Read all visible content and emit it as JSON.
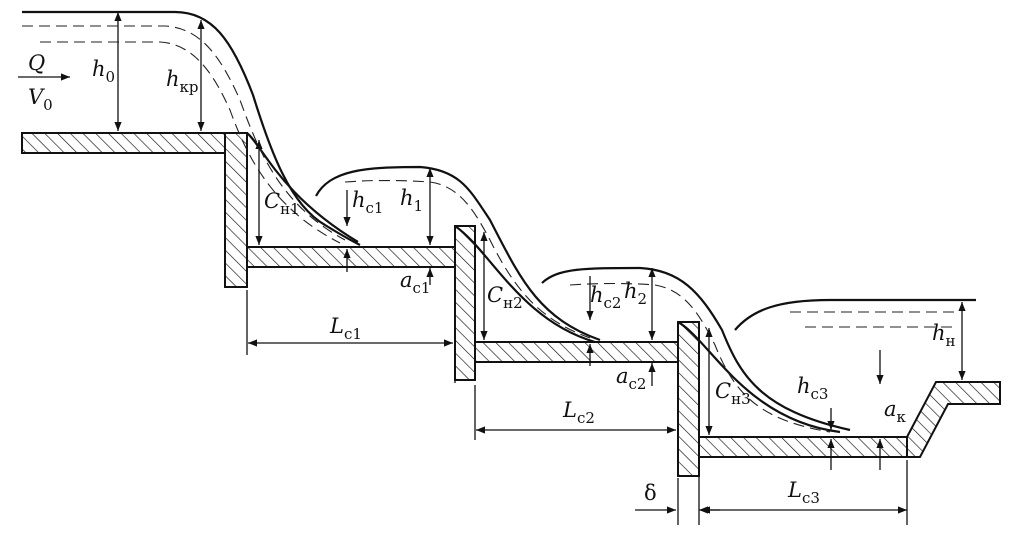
{
  "labels": {
    "Q": {
      "main": "Q",
      "sub": ""
    },
    "V0": {
      "main": "V",
      "sub": "0"
    },
    "h0": {
      "main": "h",
      "sub": "0"
    },
    "hkr": {
      "main": "h",
      "sub": "кр"
    },
    "Cn1": {
      "main": "C",
      "sub": "н1"
    },
    "hc1": {
      "main": "h",
      "sub": "c1"
    },
    "h1": {
      "main": "h",
      "sub": "1"
    },
    "ac1": {
      "main": "a",
      "sub": "c1"
    },
    "Lc1": {
      "main": "L",
      "sub": "c1"
    },
    "Cn2": {
      "main": "C",
      "sub": "н2"
    },
    "hc2": {
      "main": "h",
      "sub": "c2"
    },
    "h2": {
      "main": "h",
      "sub": "2"
    },
    "ac2": {
      "main": "a",
      "sub": "c2"
    },
    "Lc2": {
      "main": "L",
      "sub": "c2"
    },
    "Cn3": {
      "main": "C",
      "sub": "н3"
    },
    "hc3": {
      "main": "h",
      "sub": "c3"
    },
    "ak": {
      "main": "a",
      "sub": "к"
    },
    "hn": {
      "main": "h",
      "sub": "н"
    },
    "Lc3": {
      "main": "L",
      "sub": "c3"
    },
    "delta": {
      "main": "δ",
      "sub": ""
    }
  }
}
